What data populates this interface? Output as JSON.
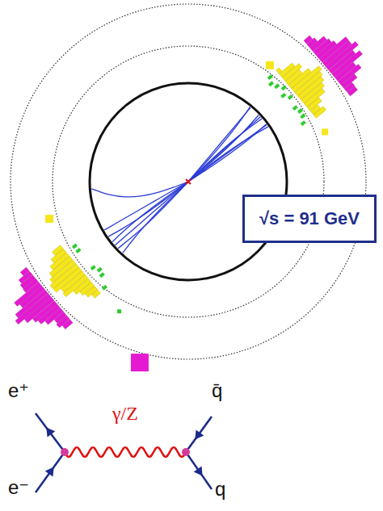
{
  "diagram": {
    "nodes": [
      {
        "text": [
          "√s = 91 GeV"
        ]
      }
    ],
    "labels": [
      "e⁺",
      "γ/Z",
      "q̄",
      "e⁻",
      "q"
    ]
  }
}
